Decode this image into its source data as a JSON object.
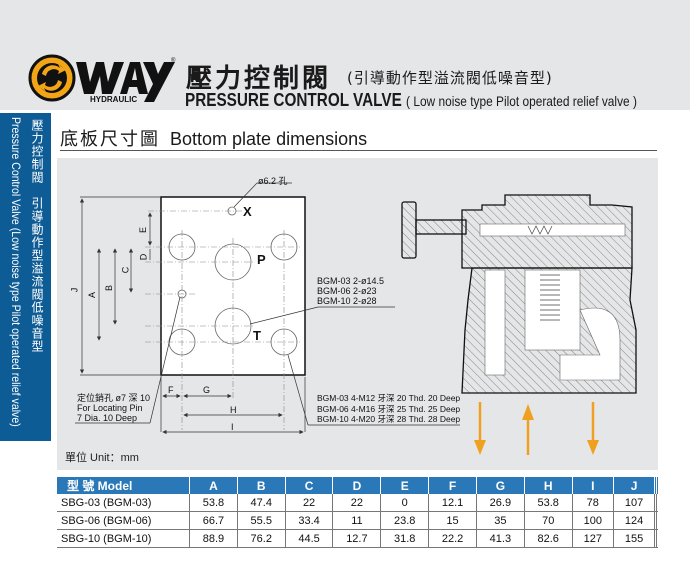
{
  "header": {
    "brand_wordmark": "WAY",
    "brand_sub": "HYDRAULIC",
    "registered_mark": "®",
    "title_cn": "壓力控制閥",
    "title_cn_sub": "(引導動作型溢流閥低噪音型)",
    "title_en": "PRESSURE CONTROL VALVE",
    "title_en_sub": "( Low noise type Pilot operated relief valve )"
  },
  "sidebar": {
    "text_cn": "壓力控制閥　引導動作型溢流閥低噪音型",
    "text_en": "Pressure Control Valve (Low noise type Pilot operated relief valve)"
  },
  "section": {
    "title_cn": "底板尺寸圖",
    "title_en": "Bottom plate dimensions"
  },
  "drawing": {
    "hole_note": "ø6.2 孔",
    "port_x": "X",
    "port_p": "P",
    "port_t": "T",
    "dim_labels": {
      "A": "A",
      "B": "B",
      "C": "C",
      "D": "D",
      "E": "E",
      "F": "F",
      "G": "G",
      "H": "H",
      "I": "I",
      "J": "J"
    },
    "port_size_notes": [
      "BGM-03   2-ø14.5",
      "BGM-06   2-ø23",
      "BGM-10   2-ø28"
    ],
    "thread_notes": [
      "BGM-03   4-M12 牙深 20 Thd. 20 Deep",
      "BGM-06   4-M16 牙深 25 Thd. 25 Deep",
      "BGM-10   4-M20 牙深 28 Thd. 28 Deep"
    ],
    "pin_note": [
      "定位銷孔 ø7 深 10",
      "For Locating Pin",
      "7 Dia. 10 Deep"
    ],
    "flow_arrows": [
      "down",
      "up",
      "down"
    ],
    "arrow_color": "#f0a020"
  },
  "unit_label": "單位 Unit：mm",
  "table": {
    "headers": [
      "型  號 Model",
      "A",
      "B",
      "C",
      "D",
      "E",
      "F",
      "G",
      "H",
      "I",
      "J",
      "",
      ""
    ],
    "rows": [
      [
        "SBG-03 (BGM-03)",
        "53.8",
        "47.4",
        "22",
        "22",
        "0",
        "12.1",
        "26.9",
        "53.8",
        "78",
        "107",
        "",
        ""
      ],
      [
        "SBG-06 (BGM-06)",
        "66.7",
        "55.5",
        "33.4",
        "11",
        "23.8",
        "15",
        "35",
        "70",
        "100",
        "124",
        "",
        ""
      ],
      [
        "SBG-10 (BGM-10)",
        "88.9",
        "76.2",
        "44.5",
        "12.7",
        "31.8",
        "22.2",
        "41.3",
        "82.6",
        "127",
        "155",
        "",
        ""
      ]
    ]
  },
  "colors": {
    "header_bg": "#e5e6e8",
    "sidebar_blue": "#0e5c96",
    "table_header_blue": "#2a78b8",
    "logo_orange": "#f2a516"
  }
}
